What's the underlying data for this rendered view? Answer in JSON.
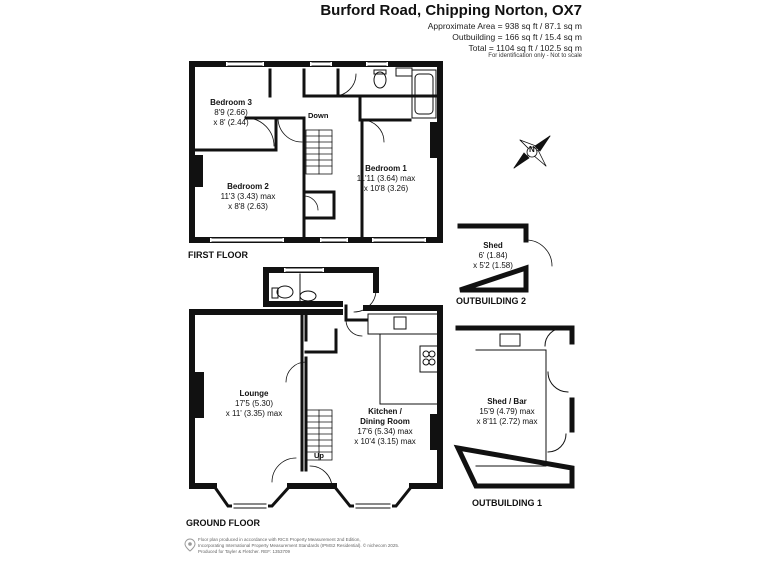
{
  "header": {
    "title": "Burford Road, Chipping Norton, OX7",
    "approx_area": "Approximate Area = 938 sq ft / 87.1 sq m",
    "outbuilding_area": "Outbuilding = 166 sq ft / 15.4 sq m",
    "total_area": "Total = 1104 sq ft / 102.5 sq m",
    "disclaimer": "For identification only - Not to scale"
  },
  "floors": {
    "first": "FIRST FLOOR",
    "ground": "GROUND FLOOR",
    "outbuilding1": "OUTBUILDING 1",
    "outbuilding2": "OUTBUILDING 2"
  },
  "rooms": {
    "bedroom3": {
      "name": "Bedroom 3",
      "dim1": "8'9 (2.66)",
      "dim2": "x 8' (2.44)"
    },
    "bedroom2": {
      "name": "Bedroom 2",
      "dim1": "11'3 (3.43) max",
      "dim2": "x 8'8 (2.63)"
    },
    "bedroom1": {
      "name": "Bedroom 1",
      "dim1": "11'11 (3.64) max",
      "dim2": "x 10'8 (3.26)"
    },
    "lounge": {
      "name": "Lounge",
      "dim1": "17'5 (5.30)",
      "dim2": "x 11' (3.35) max"
    },
    "kitchen": {
      "name1": "Kitchen /",
      "name2": "Dining Room",
      "dim1": "17'6 (5.34) max",
      "dim2": "x 10'4 (3.15) max"
    },
    "shed": {
      "name": "Shed",
      "dim1": "6' (1.84)",
      "dim2": "x 5'2 (1.58)"
    },
    "shedbar": {
      "name": "Shed / Bar",
      "dim1": "15'9 (4.79) max",
      "dim2": "x 8'11 (2.72) max"
    }
  },
  "stairs": {
    "down": "Down",
    "up": "Up"
  },
  "compass": {
    "label": "N"
  },
  "footer": {
    "line1": "Floor plan produced in accordance with RICS Property Measurement 2nd Edition,",
    "line2": "Incorporating International Property Measurement Standards (IPMS2 Residential). © nichecom 2025.",
    "line3": "Produced for Tayler & Fletcher.   REF: 1353709"
  }
}
